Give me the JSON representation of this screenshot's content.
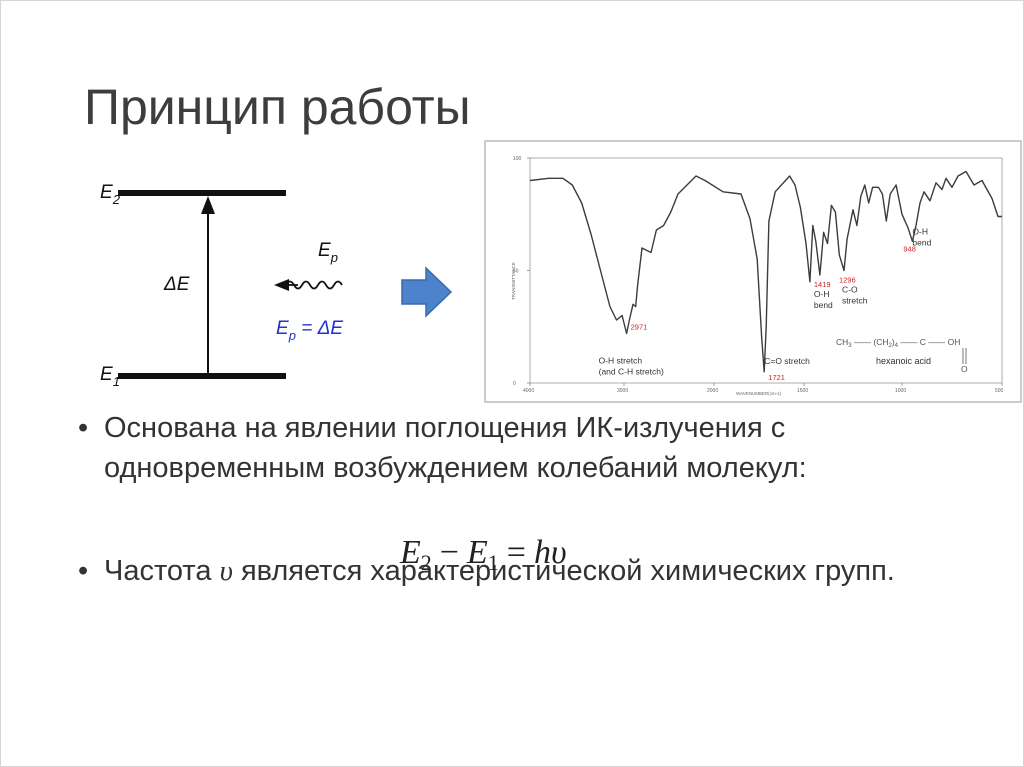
{
  "slide": {
    "title": "Принцип работы",
    "bullets": [
      "Основана на явлении поглощения ИК-излучения с одновременным возбуждением колебаний молекул:",
      "является характеристической химических групп."
    ],
    "bullet2_prefix": "Частота",
    "bullet2_symbol": "υ",
    "bullet_marker": "•"
  },
  "formula": {
    "e": "E",
    "sub2": "2",
    "sub1": "1",
    "minus": "−",
    "equals": "=",
    "rhs": "hυ"
  },
  "energy_diagram": {
    "upper_level": "E",
    "upper_sub": "2",
    "lower_level": "E",
    "lower_sub": "1",
    "gap_label": "ΔE",
    "photon_label": "E",
    "photon_sub": "p",
    "condition_left": "E",
    "condition_sub": "p",
    "condition_right": " = ΔE",
    "colors": {
      "level": "#111111",
      "condition": "#2233cc",
      "arrow": "#4d83cc"
    }
  },
  "chart_data": {
    "type": "line",
    "title": "",
    "xlabel": "WAVENUMBER(cm-1)",
    "ylabel": "TRANSMITTANCE",
    "x_reversed": true,
    "xlim": [
      4000,
      500
    ],
    "ylim": [
      0,
      100
    ],
    "x_ticks": [
      "4000",
      "3000",
      "2000",
      "1500",
      "1000",
      "500"
    ],
    "y_ticks": [
      "100",
      "50",
      "0"
    ],
    "grid": false,
    "series": [
      {
        "color": "#3c3c3c",
        "points": [
          [
            4000,
            90
          ],
          [
            3800,
            91
          ],
          [
            3650,
            91
          ],
          [
            3550,
            88
          ],
          [
            3450,
            80
          ],
          [
            3350,
            66
          ],
          [
            3250,
            50
          ],
          [
            3150,
            34
          ],
          [
            3080,
            28
          ],
          [
            3020,
            30
          ],
          [
            2971,
            22
          ],
          [
            2940,
            28
          ],
          [
            2900,
            35
          ],
          [
            2870,
            34
          ],
          [
            2850,
            43
          ],
          [
            2800,
            60
          ],
          [
            2700,
            58
          ],
          [
            2640,
            68
          ],
          [
            2560,
            70
          ],
          [
            2480,
            76
          ],
          [
            2400,
            84
          ],
          [
            2300,
            88
          ],
          [
            2200,
            92
          ],
          [
            2100,
            90
          ],
          [
            1950,
            85
          ],
          [
            1850,
            84
          ],
          [
            1800,
            73
          ],
          [
            1760,
            55
          ],
          [
            1735,
            20
          ],
          [
            1721,
            5
          ],
          [
            1710,
            25
          ],
          [
            1695,
            72
          ],
          [
            1660,
            85
          ],
          [
            1580,
            92
          ],
          [
            1550,
            88
          ],
          [
            1520,
            78
          ],
          [
            1490,
            62
          ],
          [
            1470,
            45
          ],
          [
            1455,
            70
          ],
          [
            1440,
            63
          ],
          [
            1419,
            48
          ],
          [
            1400,
            67
          ],
          [
            1380,
            62
          ],
          [
            1360,
            79
          ],
          [
            1340,
            76
          ],
          [
            1320,
            57
          ],
          [
            1296,
            50
          ],
          [
            1280,
            64
          ],
          [
            1250,
            77
          ],
          [
            1230,
            70
          ],
          [
            1210,
            83
          ],
          [
            1190,
            88
          ],
          [
            1170,
            80
          ],
          [
            1150,
            87
          ],
          [
            1120,
            87
          ],
          [
            1100,
            84
          ],
          [
            1080,
            72
          ],
          [
            1060,
            84
          ],
          [
            1030,
            88
          ],
          [
            1000,
            75
          ],
          [
            970,
            69
          ],
          [
            948,
            63
          ],
          [
            930,
            70
          ],
          [
            910,
            80
          ],
          [
            890,
            85
          ],
          [
            860,
            81
          ],
          [
            830,
            89
          ],
          [
            800,
            86
          ],
          [
            780,
            91
          ],
          [
            750,
            87
          ],
          [
            720,
            92
          ],
          [
            680,
            94
          ],
          [
            640,
            88
          ],
          [
            600,
            90
          ],
          [
            550,
            82
          ],
          [
            520,
            74
          ],
          [
            500,
            74
          ]
        ]
      }
    ],
    "annotations": [
      {
        "value": "2971",
        "label_lines": [
          "O-H stretch",
          "(and C-H stretch)"
        ],
        "x": 2971,
        "y": 22
      },
      {
        "value": "1721",
        "label_lines": [
          "C=O stretch"
        ],
        "x": 1721,
        "y": 5
      },
      {
        "value": "1419",
        "label_lines": [
          "O-H",
          "bend"
        ],
        "x": 1419,
        "y": 48
      },
      {
        "value": "1296",
        "label_lines": [
          "C-O",
          "stretch"
        ],
        "x": 1296,
        "y": 50
      },
      {
        "value": "948",
        "label_lines": [
          "O-H",
          "bend"
        ],
        "x": 948,
        "y": 63
      }
    ],
    "annotation_value_color": "#cc2222",
    "molecule": {
      "formula_parts": [
        "CH",
        "3",
        " —— ",
        "(CH",
        "2",
        ")",
        "4",
        " —— C —— OH"
      ],
      "carbonyl_o": "O",
      "name": "hexanoic acid"
    }
  }
}
